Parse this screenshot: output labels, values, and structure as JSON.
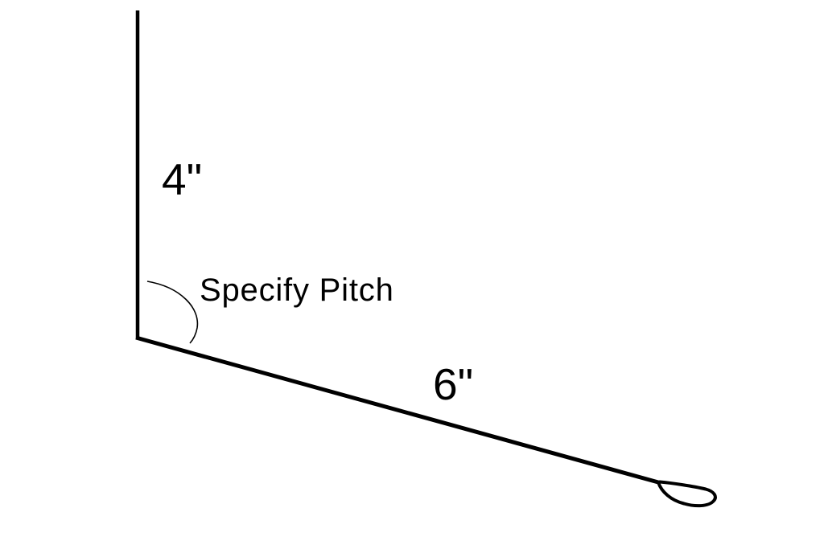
{
  "diagram": {
    "background_color": "#ffffff",
    "line_color": "#000000",
    "labels": {
      "vertical_leg_dimension": "4\"",
      "sloped_leg_dimension": "6\"",
      "pitch_note": "Specify Pitch"
    }
  }
}
